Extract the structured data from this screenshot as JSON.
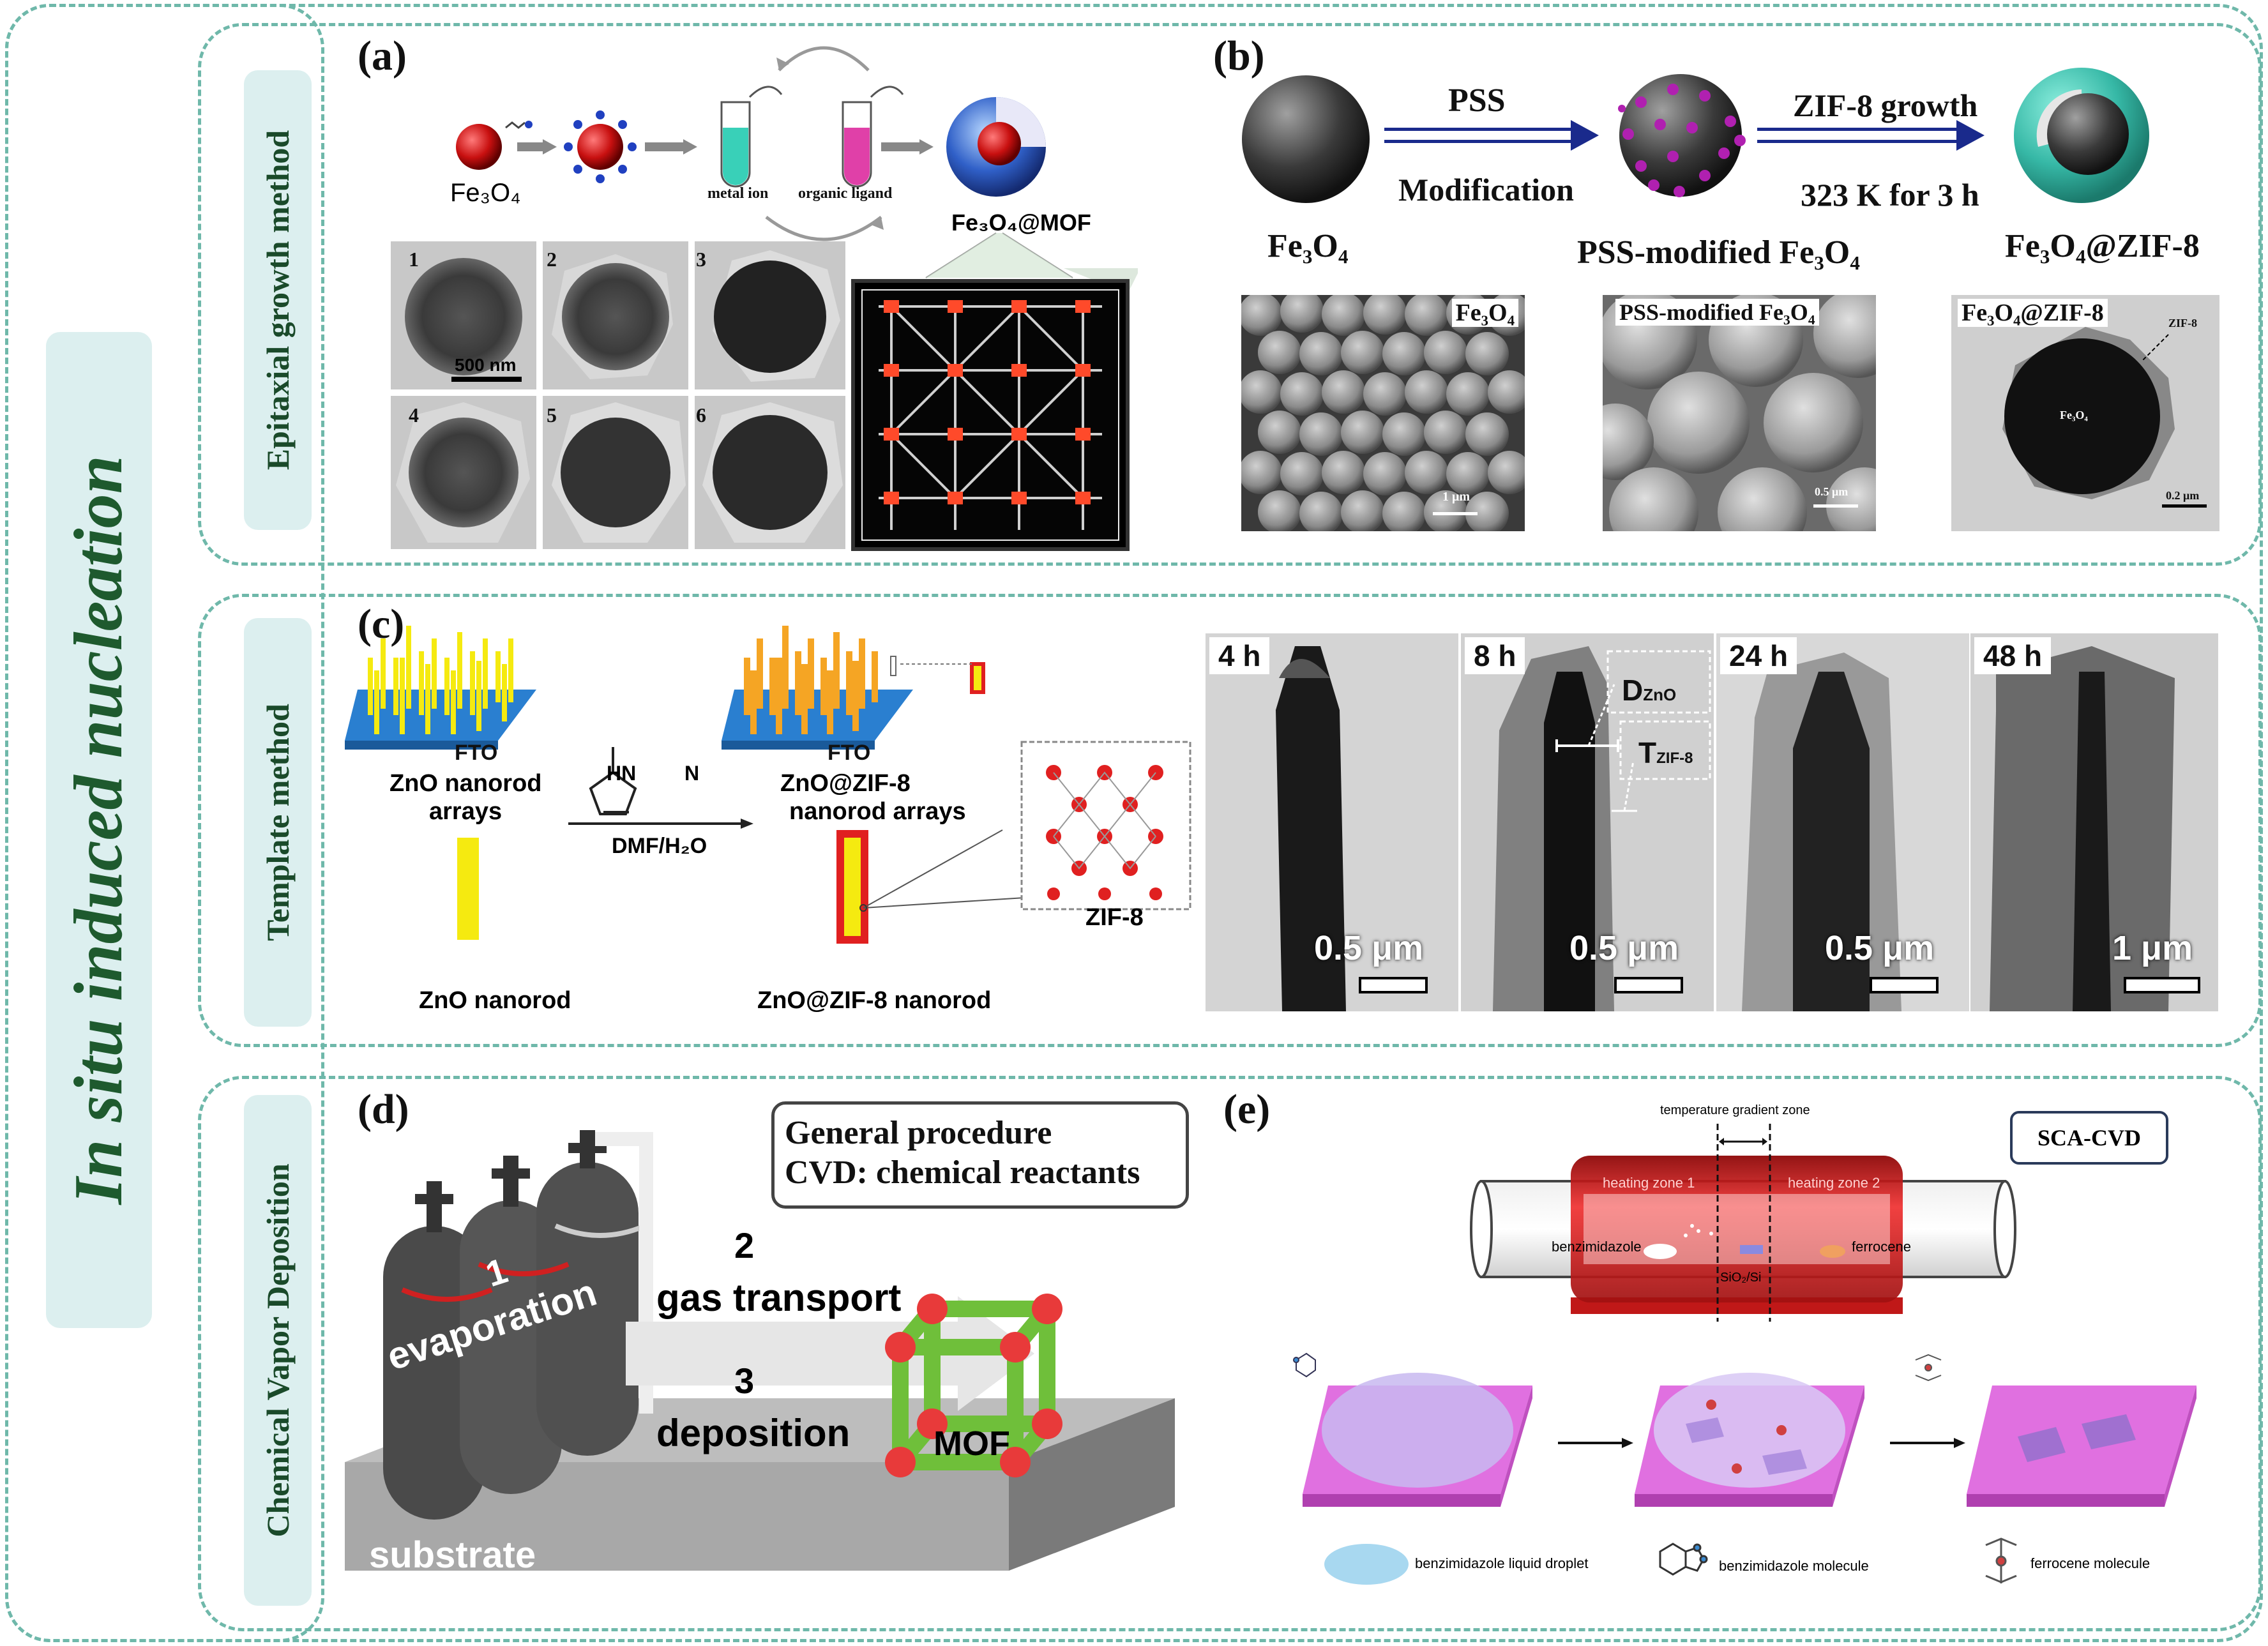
{
  "main_title": "In situ induced nucleation",
  "sections": {
    "epitaxial": "Epitaxial growth method",
    "template": "Template method",
    "cvd": "Chemical Vapor Deposition"
  },
  "panel_a": {
    "label": "(a)",
    "fe3o4": "Fe₃O₄",
    "metal_ion": "metal ion",
    "organic_ligand": "organic ligand",
    "product": "Fe₃O₄@MOF",
    "tile_numbers": [
      "1",
      "2",
      "3",
      "4",
      "5",
      "6"
    ],
    "scalebar": "500 nm"
  },
  "panel_b": {
    "label": "(b)",
    "step1_top": "PSS",
    "step1_bottom": "Modification",
    "step2_top": "ZIF-8 growth",
    "step2_bottom": "323 K for 3 h",
    "fe3o4": "Fe₃O₄",
    "pss_fe3o4": "PSS-modified Fe₃O₄",
    "fe3o4_zif8": "Fe₃O₄@ZIF-8",
    "img1_label": "Fe₃O₄",
    "img1_scale": "1 μm",
    "img2_label": "PSS-modified Fe₃O₄",
    "img2_scale": "0.5 μm",
    "img3_label": "Fe₃O₄@ZIF-8",
    "img3_zif": "ZIF-8",
    "img3_core": "Fe₃O₄",
    "img3_scale": "0.2 μm"
  },
  "panel_c": {
    "label": "(c)",
    "fto1": "FTO",
    "fto2": "FTO",
    "zno_arrays_1": "ZnO nanorod",
    "zno_arrays_2": "arrays",
    "hn": "HN",
    "n": "N",
    "solvent": "DMF/H₂O",
    "zif_arrays_1": "ZnO@ZIF-8",
    "zif_arrays_2": "nanorod arrays",
    "zno_nanorod": "ZnO nanorod",
    "zif_nanorod": "ZnO@ZIF-8 nanorod",
    "zif8": "ZIF-8",
    "tem": [
      {
        "time": "4 h",
        "scale": "0.5 μm"
      },
      {
        "time": "8 h",
        "scale": "0.5 μm"
      },
      {
        "time": "24 h",
        "scale": "0.5 μm"
      },
      {
        "time": "48 h",
        "scale": "1 μm"
      }
    ],
    "d_main": "D",
    "d_sub": "ZnO",
    "t_main": "T",
    "t_sub": "ZIF-8"
  },
  "panel_d": {
    "label": "(d)",
    "procedure_1": "General procedure",
    "procedure_2": "CVD: chemical reactants",
    "step1_num": "1",
    "step1": "evaporation",
    "step2_num": "2",
    "step2": "gas transport",
    "step3_num": "3",
    "step3": "deposition",
    "mof": "MOF",
    "substrate": "substrate"
  },
  "panel_e": {
    "label": "(e)",
    "sca_cvd": "SCA-CVD",
    "gradient": "temperature gradient zone",
    "zone1": "heating zone 1",
    "zone2": "heating zone 2",
    "benzimidazole": "benzimidazole",
    "ferrocene": "ferrocene",
    "sio2": "SiO₂/Si",
    "legend_droplet": "benzimidazole liquid droplet",
    "legend_bzim": "benzimidazole molecule",
    "legend_ferrocene": "ferrocene molecule"
  },
  "colors": {
    "dash_border": "#6fb8aa",
    "label_bg": "#dcefef",
    "title_green": "#1e5a2e",
    "zif_cyan": "#3fc0b0",
    "arrow_navy": "#1a2a8c",
    "fto_blue": "#2a7fd0",
    "nanorod_yellow": "#f5ea10",
    "zif_orange": "#f5a524",
    "tube_red": "#e02020",
    "substrate_pink": "#e070e0"
  }
}
